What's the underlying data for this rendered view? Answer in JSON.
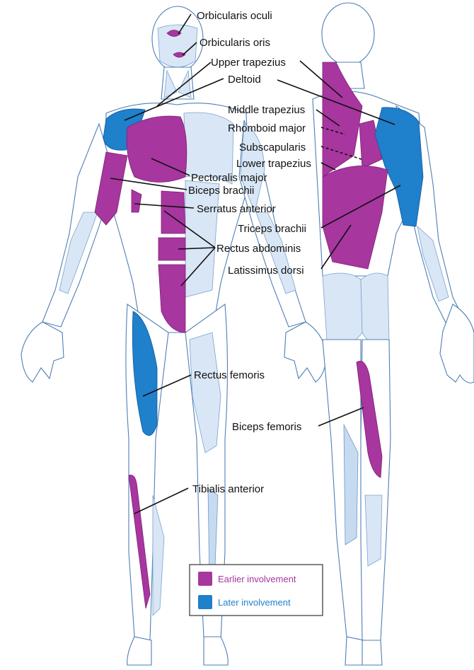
{
  "labels": {
    "orbicularis_oculi": "Orbicularis oculi",
    "orbicularis_oris": "Orbicularis oris",
    "upper_trapezius": "Upper trapezius",
    "deltoid": "Deltoid",
    "middle_trapezius": "Middle trapezius",
    "rhomboid_major": "Rhomboid major",
    "subscapularis": "Subscapularis",
    "lower_trapezius": "Lower trapezius",
    "pectoralis_major": "Pectoralis major",
    "biceps_brachii": "Biceps brachii",
    "serratus_anterior": "Serratus anterior",
    "triceps_brachii": "Triceps brachii",
    "rectus_abdominis": "Rectus abdominis",
    "latissimus_dorsi": "Latissimus dorsi",
    "rectus_femoris": "Rectus femoris",
    "biceps_femoris": "Biceps femoris",
    "tibialis_anterior": "Tibialis anterior"
  },
  "legend": {
    "earlier": {
      "label": "Earlier involvement",
      "color": "#a8369f"
    },
    "later": {
      "label": "Later involvement",
      "color": "#1f80cc"
    }
  }
}
